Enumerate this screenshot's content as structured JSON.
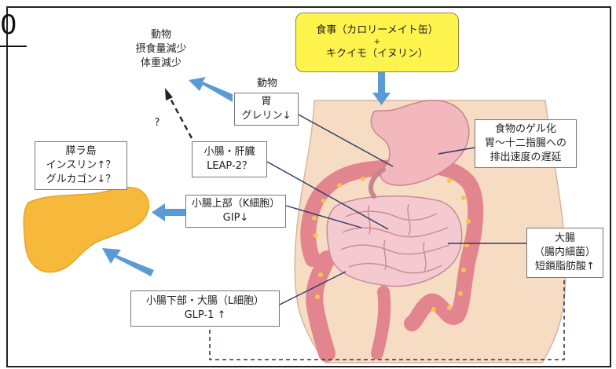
{
  "corner_label": "0",
  "food": {
    "line1": "食事（カロリーメイト缶）",
    "plus": "+",
    "line2": "キクイモ（イヌリン）"
  },
  "animal_top": {
    "label": "動物",
    "line1": "摂食量減少",
    "line2": "体重減少"
  },
  "stomach": {
    "animal": "動物",
    "organ": "胃",
    "hormone": "グレリン↓"
  },
  "question_mark": "?",
  "pancreas": {
    "line1": "膵ラ島",
    "line2": "インスリン↑？",
    "line3": "グルカゴン↓？"
  },
  "liver": {
    "line1": "小腸・肝臓",
    "line2": "LEAP-2？"
  },
  "upper_intestine": {
    "line1": "小腸上部（K細胞）",
    "line2": "GIP↓"
  },
  "lower_intestine": {
    "line1": "小腸下部・大腸（L細胞）",
    "line2": "GLP-1 ↑"
  },
  "gel": {
    "line1": "食物のゲル化",
    "line2": "胃～十二指腸への",
    "line3": "排出速度の遅延"
  },
  "large_intestine": {
    "line1": "大腸",
    "line2": "（腸内細菌）",
    "line3": "短鎖脂肪酸↑"
  },
  "colors": {
    "food_box": "#fff34d",
    "arrow": "#5b9bd5",
    "body_skin": "#f7dcc4",
    "stomach": "#f2b8bd",
    "colon": "#e2858f",
    "small_intestine": "#f4c9cf",
    "pancreas": "#f6b93b",
    "leader_line": "#2b3a67",
    "dashed_line": "#2b3a67"
  }
}
